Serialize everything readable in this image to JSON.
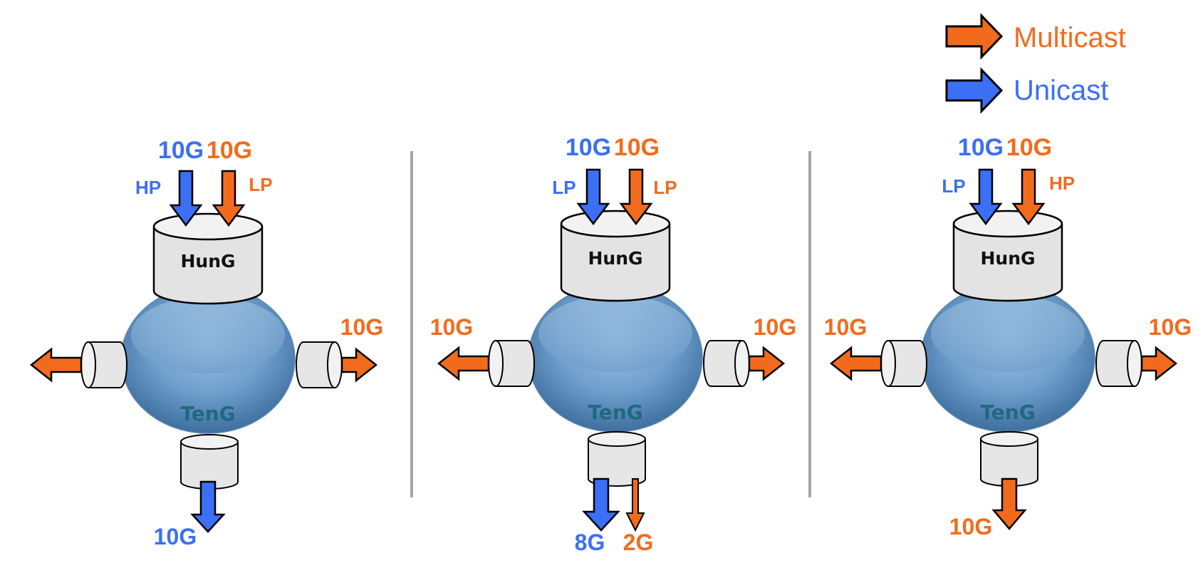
{
  "colors": {
    "multicast": "#f26b1d",
    "unicast": "#3b6ff5",
    "node_label": "#111111",
    "router_label": "#1f6a80",
    "divider": "#a6a6a6"
  },
  "legend": {
    "multicast": {
      "label": "Multicast",
      "icon": "orange-arrow-icon"
    },
    "unicast": {
      "label": "Unicast",
      "icon": "blue-arrow-icon"
    }
  },
  "scenarios": [
    {
      "hung_label": "HunG",
      "teng_label": "TenG",
      "in_unicast": {
        "rate": "10G",
        "priority": "HP"
      },
      "in_multicast": {
        "rate": "10G",
        "priority": "LP"
      },
      "out_left": {
        "rate": ""
      },
      "out_right": {
        "rate": "10G"
      },
      "out_bottom": {
        "unicast_rate": "10G",
        "multicast_rate": ""
      }
    },
    {
      "hung_label": "HunG",
      "teng_label": "TenG",
      "in_unicast": {
        "rate": "10G",
        "priority": "LP"
      },
      "in_multicast": {
        "rate": "10G",
        "priority": "LP"
      },
      "out_left": {
        "rate": "10G"
      },
      "out_right": {
        "rate": "10G"
      },
      "out_bottom": {
        "unicast_rate": "8G",
        "multicast_rate": "2G"
      }
    },
    {
      "hung_label": "HunG",
      "teng_label": "TenG",
      "in_unicast": {
        "rate": "10G",
        "priority": "LP"
      },
      "in_multicast": {
        "rate": "10G",
        "priority": "HP"
      },
      "out_left": {
        "rate": "10G"
      },
      "out_right": {
        "rate": "10G"
      },
      "out_bottom": {
        "unicast_rate": "",
        "multicast_rate": "10G"
      }
    }
  ]
}
